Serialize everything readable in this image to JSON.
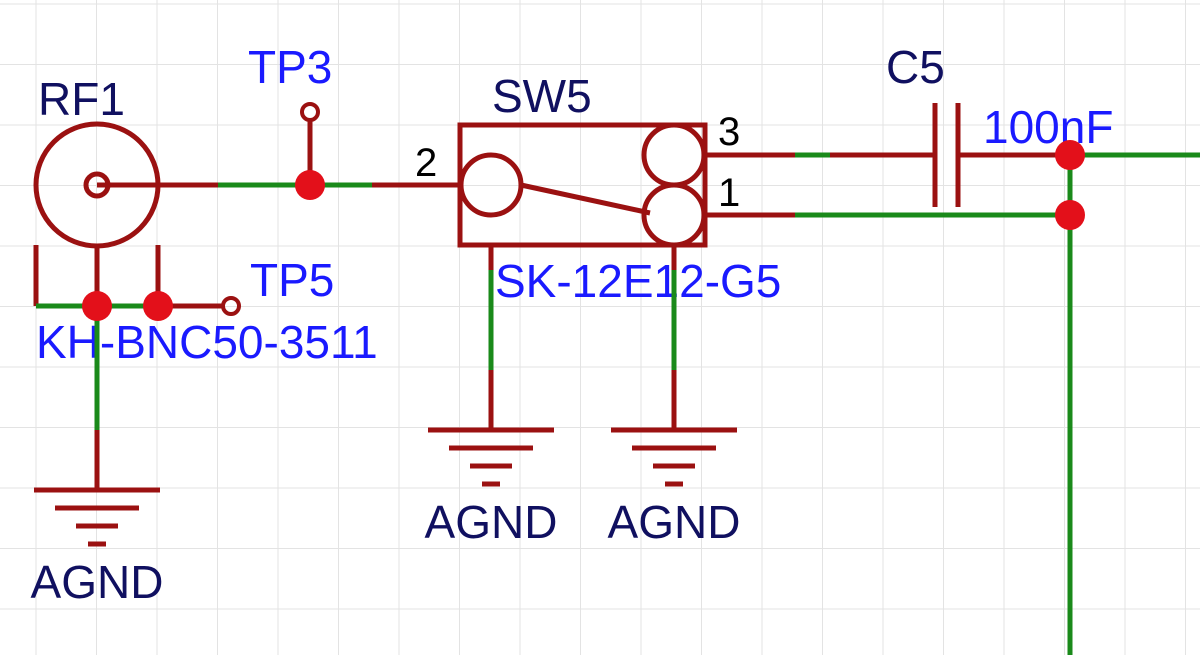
{
  "colors": {
    "background": "#ffffff",
    "grid": "#e3e3e3",
    "component": "#9b1111",
    "wire": "#1a8a1a",
    "junction": "#e3101a",
    "designator_text": "#101060",
    "value_text": "#1a1aff"
  },
  "components": {
    "rf1": {
      "designator": "RF1",
      "value": "KH-BNC50-3511"
    },
    "tp3": {
      "designator": "TP3"
    },
    "tp5": {
      "designator": "TP5"
    },
    "sw5": {
      "designator": "SW5",
      "value": "SK-12E12-G5",
      "pins": {
        "p1": "1",
        "p2": "2",
        "p3": "3"
      }
    },
    "c5": {
      "designator": "C5",
      "value": "100nF"
    }
  },
  "nets": {
    "gnd_rf1": "AGND",
    "gnd_sw5_left": "AGND",
    "gnd_sw5_right": "AGND"
  }
}
